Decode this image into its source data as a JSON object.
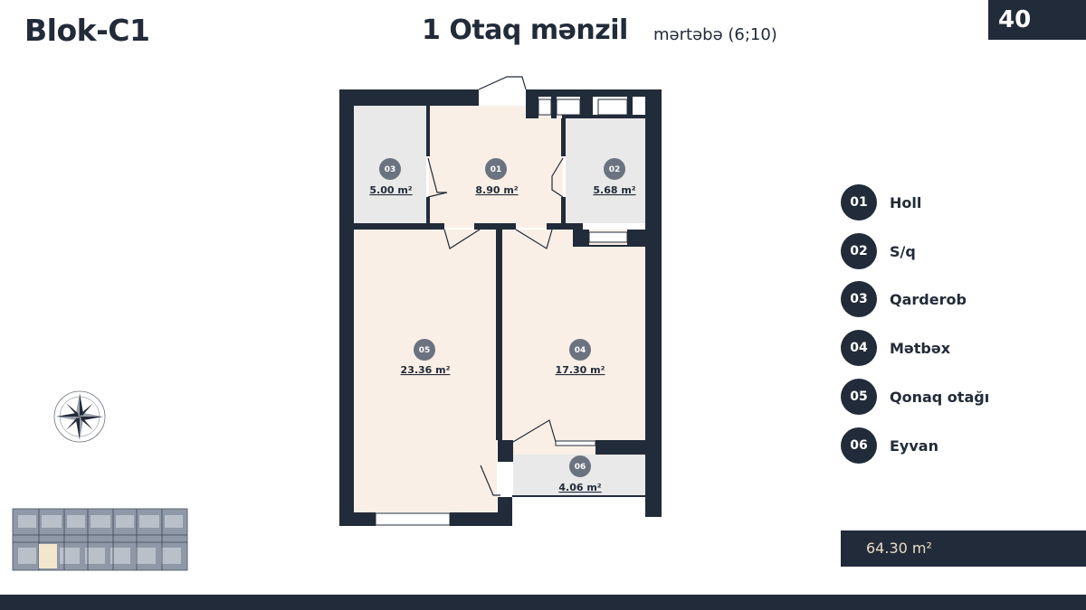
{
  "header": {
    "block": "Blok-C1",
    "apartment_type": "1 Otaq mənzil",
    "floor": "mərtəbə (6;10)",
    "page_number": "40"
  },
  "rooms": [
    {
      "num": "01",
      "area": "8.90 m²"
    },
    {
      "num": "02",
      "area": "5.68 m²"
    },
    {
      "num": "03",
      "area": "5.00 m²"
    },
    {
      "num": "04",
      "area": "17.30 m²"
    },
    {
      "num": "05",
      "area": "23.36 m²"
    },
    {
      "num": "06",
      "area": "4.06 m²"
    }
  ],
  "legend": [
    {
      "num": "01",
      "label": "Holl"
    },
    {
      "num": "02",
      "label": "S/q"
    },
    {
      "num": "03",
      "label": "Qarderob"
    },
    {
      "num": "04",
      "label": "Mətbəx"
    },
    {
      "num": "05",
      "label": "Qonaq otağı"
    },
    {
      "num": "06",
      "label": "Eyvan"
    }
  ],
  "total_area": "64.30 m²",
  "colors": {
    "dark": "#222b39",
    "room_fill": "#f9efe6",
    "wet_room_fill": "#e9e9e9",
    "total_text": "#e8dcc8"
  }
}
